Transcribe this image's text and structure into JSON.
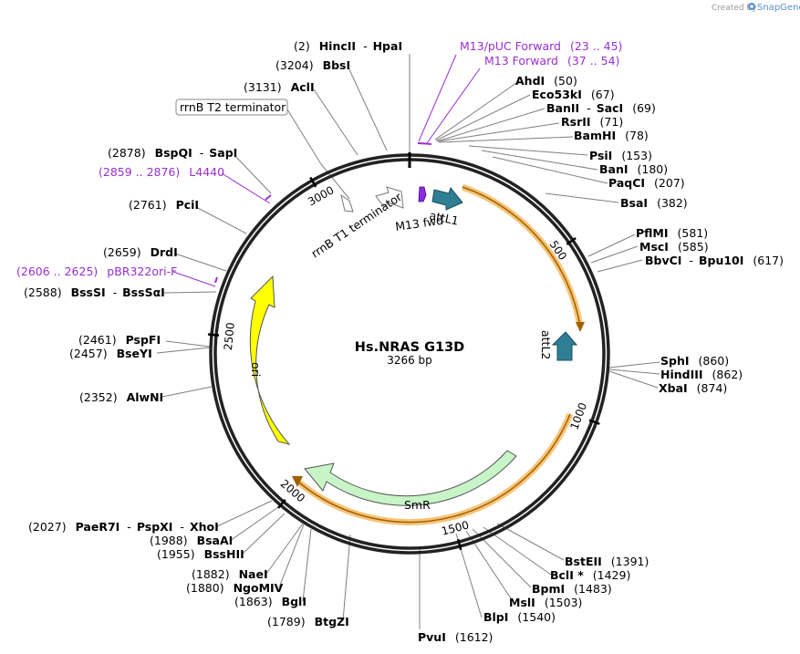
{
  "credit": {
    "prefix": "Created by",
    "brand": "SnapGene"
  },
  "plasmid": {
    "name": "Hs.NRAS G13D",
    "length_label": "3266 bp",
    "length": 3266
  },
  "ticks": [
    {
      "pos": 500,
      "label": "500"
    },
    {
      "pos": 1000,
      "label": "1000"
    },
    {
      "pos": 1500,
      "label": "1500"
    },
    {
      "pos": 2000,
      "label": "2000"
    },
    {
      "pos": 2500,
      "label": "2500"
    },
    {
      "pos": 3000,
      "label": "3000"
    }
  ],
  "features": [
    {
      "id": "attL1",
      "label": "attL1",
      "color": "#2e7f94"
    },
    {
      "id": "attL2",
      "label": "attL2",
      "color": "#2e7f94"
    },
    {
      "id": "smr",
      "label": "SmR",
      "color": "#c8f5c8"
    },
    {
      "id": "ori",
      "label": "ori",
      "color": "#ffff00"
    },
    {
      "id": "rrnb_t1",
      "label": "rrnB T1 terminator",
      "color": "#ffffff"
    },
    {
      "id": "rrnb_t2",
      "label": "rrnB T2 terminator",
      "color": "#ffffff"
    },
    {
      "id": "m13fwd",
      "label": "M13 fwd",
      "color": "#8a2be2"
    }
  ],
  "sites": [
    {
      "id": "hincii",
      "pos": "(2)",
      "name": "HincII",
      "name2": "HpaI"
    },
    {
      "id": "bbsi",
      "pos": "(3204)",
      "name": "BbsI"
    },
    {
      "id": "acli",
      "pos": "(3131)",
      "name": "AclI"
    },
    {
      "id": "bspqi",
      "pos": "(2878)",
      "name": "BspQI",
      "name2": "SapI"
    },
    {
      "id": "pcii",
      "pos": "(2761)",
      "name": "PciI"
    },
    {
      "id": "drdi",
      "pos": "(2659)",
      "name": "DrdI"
    },
    {
      "id": "bsssi",
      "pos": "(2588)",
      "name": "BssSI",
      "name2": "BssSαI"
    },
    {
      "id": "pspfi",
      "pos": "(2461)",
      "name": "PspFI"
    },
    {
      "id": "bseyi",
      "pos": "(2457)",
      "name": "BseYI"
    },
    {
      "id": "alwni",
      "pos": "(2352)",
      "name": "AlwNI"
    },
    {
      "id": "paer7i",
      "pos": "(2027)",
      "name": "PaeR7I",
      "name2": "PspXI",
      "name3": "XhoI"
    },
    {
      "id": "bsaai",
      "pos": "(1988)",
      "name": "BsaAI"
    },
    {
      "id": "bsshii",
      "pos": "(1955)",
      "name": "BssHII"
    },
    {
      "id": "naei",
      "pos": "(1882)",
      "name": "NaeI"
    },
    {
      "id": "ngomiv",
      "pos": "(1880)",
      "name": "NgoMIV"
    },
    {
      "id": "bgli",
      "pos": "(1863)",
      "name": "BglI"
    },
    {
      "id": "btgzi",
      "pos": "(1789)",
      "name": "BtgZI"
    },
    {
      "id": "pvui",
      "name": "PvuI",
      "pos": "(1612)"
    },
    {
      "id": "blpi",
      "name": "BlpI",
      "pos": "(1540)"
    },
    {
      "id": "msli",
      "name": "MslI",
      "pos": "(1503)"
    },
    {
      "id": "bpmi",
      "name": "BpmI",
      "pos": "(1483)"
    },
    {
      "id": "bcli",
      "name": "BclI *",
      "pos": "(1429)"
    },
    {
      "id": "bsteii",
      "name": "BstEII",
      "pos": "(1391)"
    },
    {
      "id": "ahdi",
      "name": "AhdI",
      "pos": "(50)"
    },
    {
      "id": "eco53ki",
      "name": "Eco53kI",
      "pos": "(67)"
    },
    {
      "id": "banii",
      "name": "BanII",
      "name2": "SacI",
      "pos": "(69)"
    },
    {
      "id": "rsrii",
      "name": "RsrII",
      "pos": "(71)"
    },
    {
      "id": "bamhi",
      "name": "BamHI",
      "pos": "(78)"
    },
    {
      "id": "psii",
      "name": "PsiI",
      "pos": "(153)"
    },
    {
      "id": "bani",
      "name": "BanI",
      "pos": "(180)"
    },
    {
      "id": "paqci",
      "name": "PaqCI",
      "pos": "(207)"
    },
    {
      "id": "bsai",
      "name": "BsaI",
      "pos": "(382)"
    },
    {
      "id": "pflmi",
      "name": "PflMI",
      "pos": "(581)"
    },
    {
      "id": "msci",
      "name": "MscI",
      "pos": "(585)"
    },
    {
      "id": "bbvci",
      "name": "BbvCI",
      "name2": "Bpu10I",
      "pos": "(617)"
    },
    {
      "id": "sphi",
      "name": "SphI",
      "pos": "(860)"
    },
    {
      "id": "hindiii",
      "name": "HindIII",
      "pos": "(862)"
    },
    {
      "id": "xbai",
      "name": "XbaI",
      "pos": "(874)"
    }
  ],
  "primers": [
    {
      "id": "m13puc",
      "name": "M13/pUC Forward",
      "range": "(23 .. 45)"
    },
    {
      "id": "m13f",
      "name": "M13 Forward",
      "range": "(37 .. 54)"
    },
    {
      "id": "l4440",
      "name": "L4440",
      "range": "(2859 .. 2876)"
    },
    {
      "id": "pbr322",
      "name": "pBR322ori-F",
      "range": "(2606 .. 2625)"
    }
  ],
  "colors": {
    "backbone": "#222222",
    "primer": "#9a2fd0",
    "orf_highlight": "#f6c477",
    "orf_line": "#a06000",
    "leader": "#7f7f7f"
  }
}
